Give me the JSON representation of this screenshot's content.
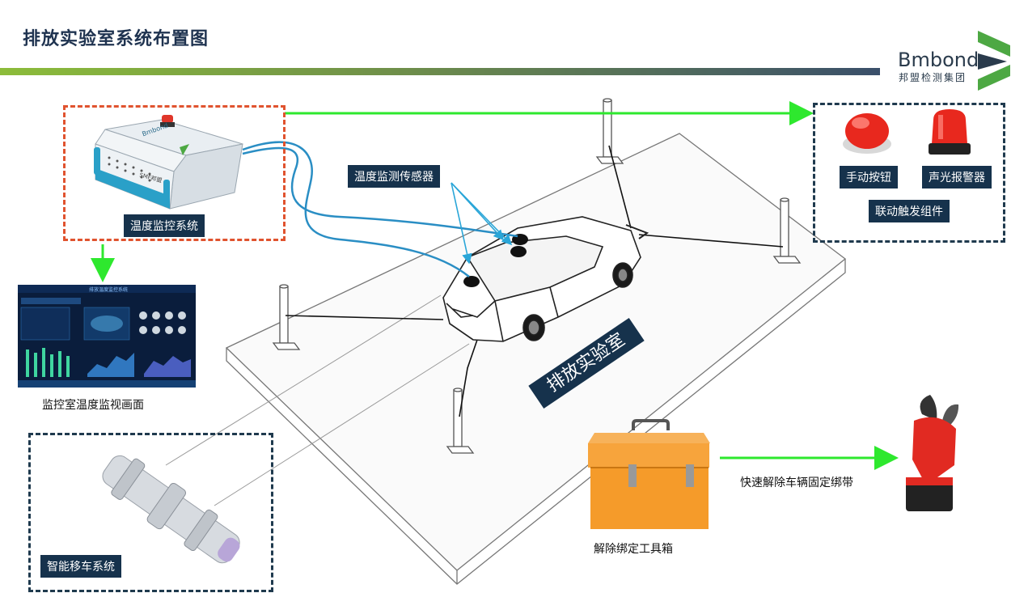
{
  "header": {
    "title": "排放实验室系统布置图"
  },
  "brand": {
    "name": "Bmbond",
    "subtitle": "邦盟检测集团"
  },
  "labels": {
    "temp_monitor_system": "温度监控系统",
    "temp_sensor": "温度监测传感器",
    "manual_button": "手动按钮",
    "alarm": "声光报警器",
    "linked_trigger": "联动触发组件",
    "monitor_screen": "监控室温度监视画面",
    "smart_mover": "智能移车系统",
    "lab": "排放实验室",
    "quick_release": "快速解除车辆固定绑带",
    "toolbox": "解除绑定工具箱"
  },
  "device": {
    "side_text": "SMF邦盟",
    "logo_text": "Bmbond"
  },
  "screen": {
    "title_text": "排放温度监控系统"
  },
  "colors": {
    "title": "#1f3350",
    "label_bg": "#16324c",
    "red_dash": "#e0532f",
    "navy_dash": "#1f3a4e",
    "green_arrow": "#2ee82e",
    "blue_cable": "#2a8ec4",
    "sensor_arrow": "#2aa6d8",
    "brand_green": "#4da843",
    "toolbox_orange": "#f59b2a"
  }
}
